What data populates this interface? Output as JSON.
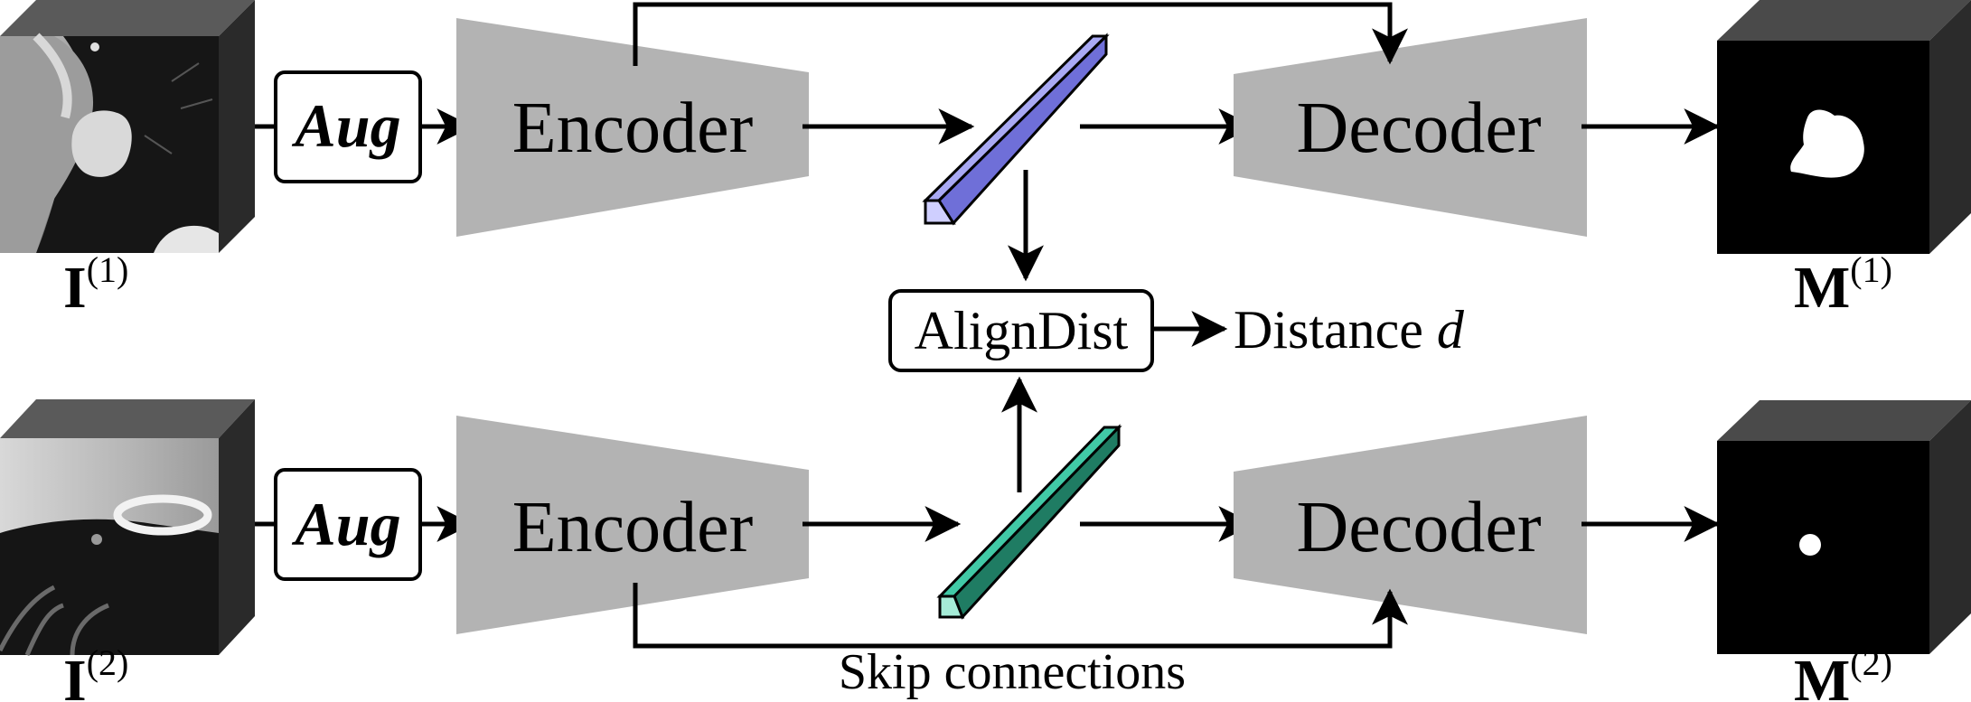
{
  "blocks": {
    "encoder_label": "Encoder",
    "decoder_label": "Decoder",
    "aug_label": "Aug",
    "align_label": "AlignDist"
  },
  "outputs": {
    "distance_label": "Distance",
    "distance_var": "d"
  },
  "skip_label": "Skip connections",
  "branches": [
    {
      "input_base": "I",
      "input_sup": "(1)",
      "output_base": "M",
      "output_sup": "(1)",
      "feature_color": "#a9a9f4",
      "feature_side": "#6f6fd8"
    },
    {
      "input_base": "I",
      "input_sup": "(2)",
      "output_base": "M",
      "output_sup": "(2)",
      "feature_color": "#41c9a6",
      "feature_side": "#1f7c63"
    }
  ],
  "colors": {
    "block_fill": "#b3b3b3",
    "arrow": "#000000",
    "cube_top": "#4a4a4a",
    "cube_side": "#2b2b2b"
  }
}
